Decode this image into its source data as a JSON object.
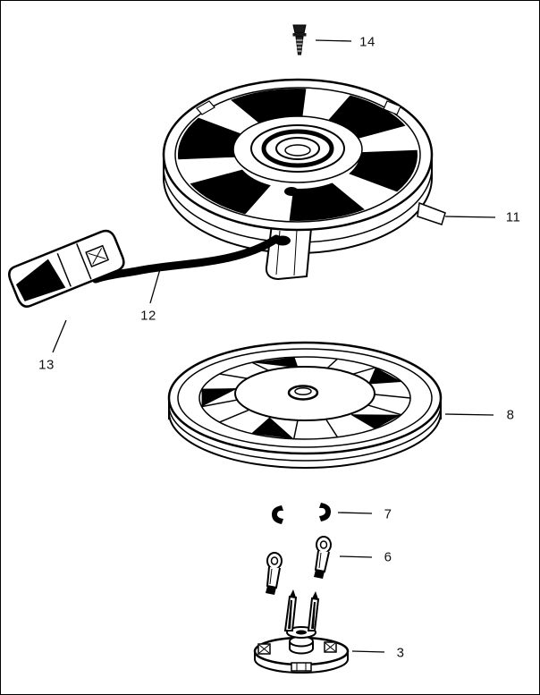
{
  "diagram": {
    "type": "exploded-parts-diagram",
    "background": "#ffffff",
    "line_color": "#000000",
    "callouts": [
      {
        "id": "14",
        "text": "14"
      },
      {
        "id": "11",
        "text": "11"
      },
      {
        "id": "12",
        "text": "12"
      },
      {
        "id": "13",
        "text": "13"
      },
      {
        "id": "8",
        "text": "8"
      },
      {
        "id": "7",
        "text": "7"
      },
      {
        "id": "6",
        "text": "6"
      },
      {
        "id": "3",
        "text": "3"
      }
    ]
  }
}
